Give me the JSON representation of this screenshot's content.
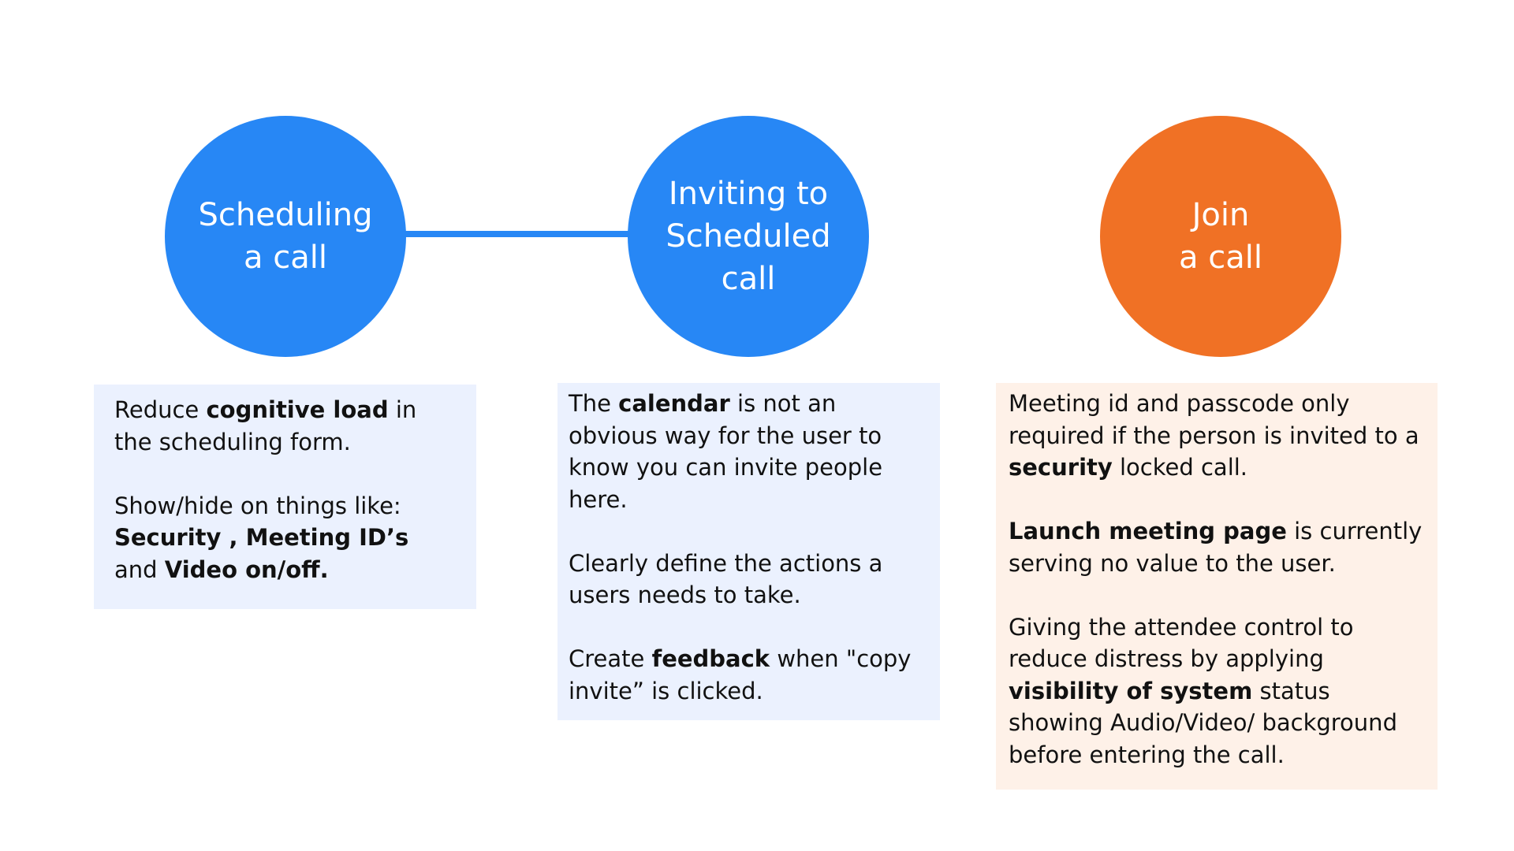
{
  "colors": {
    "blue": "#2787F5",
    "orange": "#F07125",
    "note_blue_bg": "#EBF1FE",
    "note_peach_bg": "#FEF1E8"
  },
  "steps": [
    {
      "label": "Scheduling\na call",
      "color": "#2787F5",
      "notes": [
        [
          {
            "text": "Reduce "
          },
          {
            "text": "cognitive load",
            "bold": true
          },
          {
            "text": " in the scheduling form."
          }
        ],
        [
          {
            "text": "Show/hide on things like: "
          },
          {
            "text": "Security , Meeting ID’s",
            "bold": true
          },
          {
            "text": " and "
          },
          {
            "text": "Video on/off.",
            "bold": true
          }
        ]
      ]
    },
    {
      "label": "Inviting to\nScheduled\ncall",
      "color": "#2787F5",
      "notes": [
        [
          {
            "text": "The "
          },
          {
            "text": "calendar",
            "bold": true
          },
          {
            "text": " is not an obvious way for the user to know you can invite people here."
          }
        ],
        [
          {
            "text": "Clearly define the actions a users needs to take."
          }
        ],
        [
          {
            "text": "Create "
          },
          {
            "text": "feedback",
            "bold": true
          },
          {
            "text": " when \"copy invite” is clicked."
          }
        ]
      ]
    },
    {
      "label": "Join\na call",
      "color": "#F07125",
      "notes": [
        [
          {
            "text": "Meeting id and passcode only required if the person is invited to a "
          },
          {
            "text": "security",
            "bold": true
          },
          {
            "text": " locked call."
          }
        ],
        [
          {
            "text": "Launch meeting page",
            "bold": true
          },
          {
            "text": " is currently serving no value to the user."
          }
        ],
        [
          {
            "text": "Giving the attendee control to reduce distress by applying "
          },
          {
            "text": "visibility of system",
            "bold": true
          },
          {
            "text": " status showing Audio/Video/ background before entering the call."
          }
        ]
      ]
    }
  ]
}
